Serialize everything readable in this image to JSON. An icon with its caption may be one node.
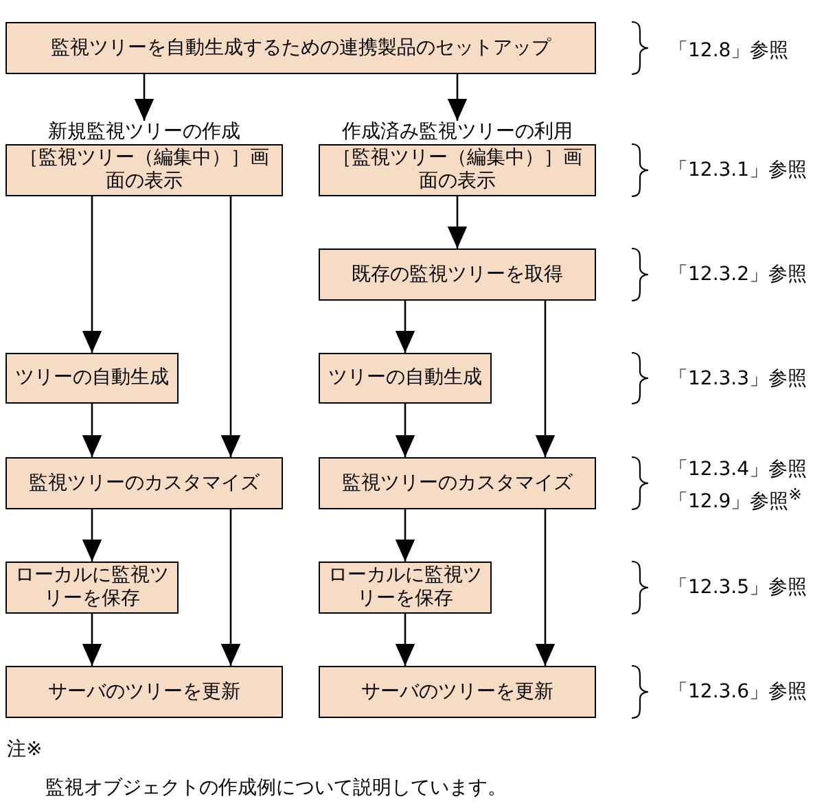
{
  "diagram": {
    "nodes": [
      {
        "text": [
          "監視ツリーを自動生成するための連携製品のセットアップ"
        ]
      },
      {
        "text": [
          "新規監視ツリーの作成",
          "［監視ツリー（編集中）］画面の表示"
        ]
      },
      {
        "text": [
          "作成済み監視ツリーの利用",
          "［監視ツリー（編集中）］画面の表示"
        ]
      },
      {
        "text": [
          "既存の監視ツリーを取得"
        ]
      },
      {
        "text": [
          "ツリーの自動生成"
        ]
      },
      {
        "text": [
          "ツリーの自動生成"
        ]
      },
      {
        "text": [
          "監視ツリーのカスタマイズ"
        ]
      },
      {
        "text": [
          "監視ツリーのカスタマイズ"
        ]
      },
      {
        "text": [
          "ローカルに監視ツリーを保存"
        ]
      },
      {
        "text": [
          "ローカルに監視ツリーを保存"
        ]
      },
      {
        "text": [
          "サーバのツリーを更新"
        ]
      },
      {
        "text": [
          "サーバのツリーを更新"
        ]
      }
    ],
    "edges": [
      {
        "from": 0,
        "to": 1,
        "arrow": "to"
      },
      {
        "from": 0,
        "to": 2,
        "arrow": "to"
      },
      {
        "from": 1,
        "to": 4,
        "arrow": "to"
      },
      {
        "from": 1,
        "to": 6,
        "arrow": "to"
      },
      {
        "from": 2,
        "to": 3,
        "arrow": "to"
      },
      {
        "from": 3,
        "to": 5,
        "arrow": "to"
      },
      {
        "from": 3,
        "to": 7,
        "arrow": "to"
      },
      {
        "from": 4,
        "to": 6,
        "arrow": "to"
      },
      {
        "from": 5,
        "to": 7,
        "arrow": "to"
      },
      {
        "from": 6,
        "to": 8,
        "arrow": "to"
      },
      {
        "from": 6,
        "to": 10,
        "arrow": "to"
      },
      {
        "from": 7,
        "to": 9,
        "arrow": "to"
      },
      {
        "from": 7,
        "to": 11,
        "arrow": "to"
      },
      {
        "from": 8,
        "to": 10,
        "arrow": "to"
      },
      {
        "from": 9,
        "to": 11,
        "arrow": "to"
      }
    ],
    "labels": [
      "「12.8」参照",
      "「12.3.1」参照",
      "「12.3.2」参照",
      "「12.3.3」参照",
      "「12.3.4」参照",
      "「12.9」参照$^{※}$",
      "「12.3.5」参照",
      "「12.3.6」参照",
      "注※",
      "監視オブジェクトの作成例について説明しています。"
    ]
  }
}
